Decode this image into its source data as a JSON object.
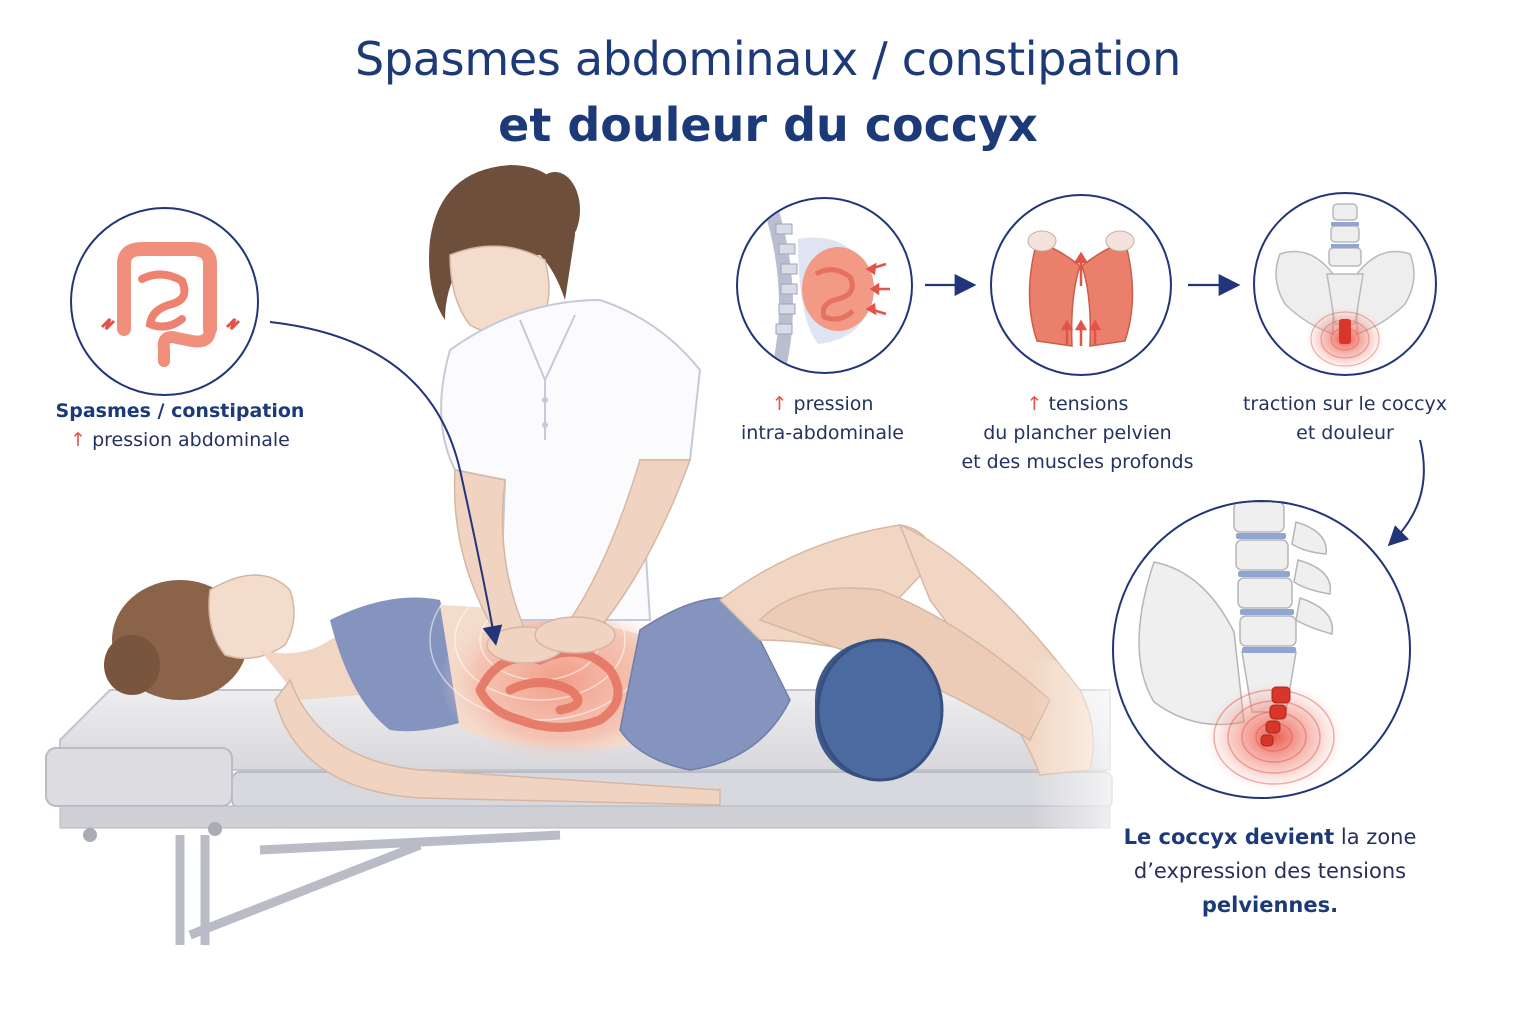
{
  "title": {
    "line1": "Spasmes abdominaux / constipation",
    "line2_prefix": "et",
    "line2_bold": "douleur du coccyx"
  },
  "left_panel": {
    "heading": "Spasmes / constipation",
    "arrow": "↑",
    "text": "pression abdominale"
  },
  "steps": [
    {
      "arrow": "↑",
      "line1": "pression",
      "line2": "intra-abdominale"
    },
    {
      "arrow": "↑",
      "line1": "tensions",
      "line2": "du plancher pelvien",
      "line3": "et des muscles profonds"
    },
    {
      "line1": "traction sur le coccyx",
      "line2": "et douleur"
    }
  ],
  "conclusion": {
    "bold1": "Le coccyx devient",
    "text1": "la zone",
    "text2": "d’expression des tensions",
    "bold2": "pelviennes."
  },
  "colors": {
    "navy": "#1d3a78",
    "red": "#e25348",
    "intestine": "#f08f7c",
    "clothing": "#8594bf",
    "skin": "#f3dccb",
    "table": "#e3e3e6"
  }
}
